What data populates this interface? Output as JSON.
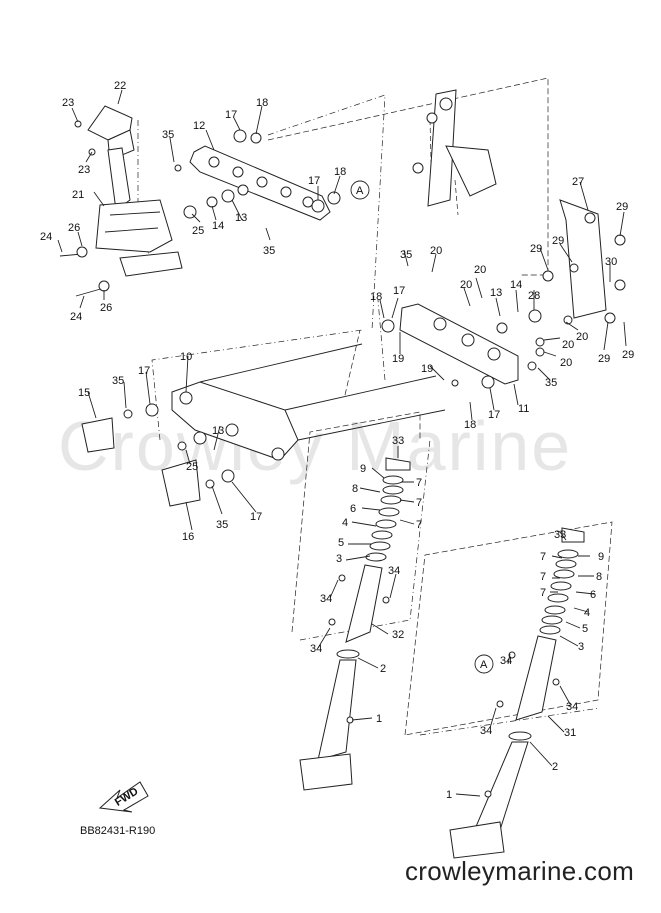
{
  "diagram": {
    "watermark": "Crowley Marine",
    "brand": "crowleymarine.com",
    "code": "BB82431-R190",
    "fwd": "FWD",
    "ref_mark": "A",
    "callouts": [
      {
        "id": "c22",
        "text": "22"
      },
      {
        "id": "c23a",
        "text": "23"
      },
      {
        "id": "c23b",
        "text": "23"
      },
      {
        "id": "c21",
        "text": "21"
      },
      {
        "id": "c26a",
        "text": "26"
      },
      {
        "id": "c24a",
        "text": "24"
      },
      {
        "id": "c24b",
        "text": "24"
      },
      {
        "id": "c26b",
        "text": "26"
      },
      {
        "id": "c35a",
        "text": "35"
      },
      {
        "id": "c12",
        "text": "12"
      },
      {
        "id": "c17a",
        "text": "17"
      },
      {
        "id": "c18a",
        "text": "18"
      },
      {
        "id": "c17b",
        "text": "17"
      },
      {
        "id": "c18b",
        "text": "18"
      },
      {
        "id": "c25a",
        "text": "25"
      },
      {
        "id": "c14a",
        "text": "14"
      },
      {
        "id": "c13a",
        "text": "13"
      },
      {
        "id": "c35b",
        "text": "35"
      },
      {
        "id": "c27",
        "text": "27"
      },
      {
        "id": "c29a",
        "text": "29"
      },
      {
        "id": "c29b",
        "text": "29"
      },
      {
        "id": "c29c",
        "text": "29"
      },
      {
        "id": "c30",
        "text": "30"
      },
      {
        "id": "c29d",
        "text": "29"
      },
      {
        "id": "c35c",
        "text": "35"
      },
      {
        "id": "c20a",
        "text": "20"
      },
      {
        "id": "c20b",
        "text": "20"
      },
      {
        "id": "c20c",
        "text": "20"
      },
      {
        "id": "c18c",
        "text": "18"
      },
      {
        "id": "c17c",
        "text": "17"
      },
      {
        "id": "c13b",
        "text": "13"
      },
      {
        "id": "c14b",
        "text": "14"
      },
      {
        "id": "c28",
        "text": "28"
      },
      {
        "id": "c20d",
        "text": "20"
      },
      {
        "id": "c20e",
        "text": "20"
      },
      {
        "id": "c20f",
        "text": "20"
      },
      {
        "id": "c29e",
        "text": "29"
      },
      {
        "id": "c19a",
        "text": "19"
      },
      {
        "id": "c19b",
        "text": "19"
      },
      {
        "id": "c35d",
        "text": "35"
      },
      {
        "id": "c18d",
        "text": "18"
      },
      {
        "id": "c17d",
        "text": "17"
      },
      {
        "id": "c11",
        "text": "11"
      },
      {
        "id": "c10",
        "text": "10"
      },
      {
        "id": "c15",
        "text": "15"
      },
      {
        "id": "c35e",
        "text": "35"
      },
      {
        "id": "c17e",
        "text": "17"
      },
      {
        "id": "c13c",
        "text": "13"
      },
      {
        "id": "c25b",
        "text": "25"
      },
      {
        "id": "c35f",
        "text": "35"
      },
      {
        "id": "c17f",
        "text": "17"
      },
      {
        "id": "c16",
        "text": "16"
      },
      {
        "id": "c33a",
        "text": "33"
      },
      {
        "id": "c9a",
        "text": "9"
      },
      {
        "id": "c7a",
        "text": "7"
      },
      {
        "id": "c8a",
        "text": "8"
      },
      {
        "id": "c7b",
        "text": "7"
      },
      {
        "id": "c6a",
        "text": "6"
      },
      {
        "id": "c7c",
        "text": "7"
      },
      {
        "id": "c4a",
        "text": "4"
      },
      {
        "id": "c5a",
        "text": "5"
      },
      {
        "id": "c3a",
        "text": "3"
      },
      {
        "id": "c34a",
        "text": "34"
      },
      {
        "id": "c34b",
        "text": "34"
      },
      {
        "id": "c32",
        "text": "32"
      },
      {
        "id": "c34c",
        "text": "34"
      },
      {
        "id": "c2a",
        "text": "2"
      },
      {
        "id": "c1a",
        "text": "1"
      },
      {
        "id": "c33b",
        "text": "33"
      },
      {
        "id": "c7d",
        "text": "7"
      },
      {
        "id": "c9b",
        "text": "9"
      },
      {
        "id": "c7e",
        "text": "7"
      },
      {
        "id": "c8b",
        "text": "8"
      },
      {
        "id": "c7f",
        "text": "7"
      },
      {
        "id": "c6b",
        "text": "6"
      },
      {
        "id": "c4b",
        "text": "4"
      },
      {
        "id": "c5b",
        "text": "5"
      },
      {
        "id": "c3b",
        "text": "3"
      },
      {
        "id": "c34d",
        "text": "34"
      },
      {
        "id": "c34e",
        "text": "34"
      },
      {
        "id": "c34f",
        "text": "34"
      },
      {
        "id": "c31",
        "text": "31"
      },
      {
        "id": "c2b",
        "text": "2"
      },
      {
        "id": "c1b",
        "text": "1"
      }
    ]
  }
}
